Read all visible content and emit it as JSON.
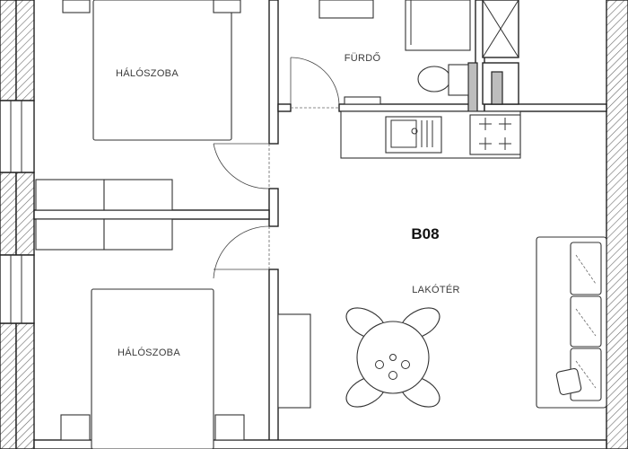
{
  "unit": {
    "code": "B08"
  },
  "rooms": {
    "bedroom_top": "HÁLÓSZOBA",
    "bathroom": "FÜRDŐ",
    "living": "LAKÓTÉR",
    "bedroom_bottom": "HÁLÓSZOBA"
  },
  "colors": {
    "wall_stroke": "#222222",
    "wall_hatch": "#6a6a6a",
    "partition_fill": "#bdbdbd",
    "background": "#ffffff"
  }
}
